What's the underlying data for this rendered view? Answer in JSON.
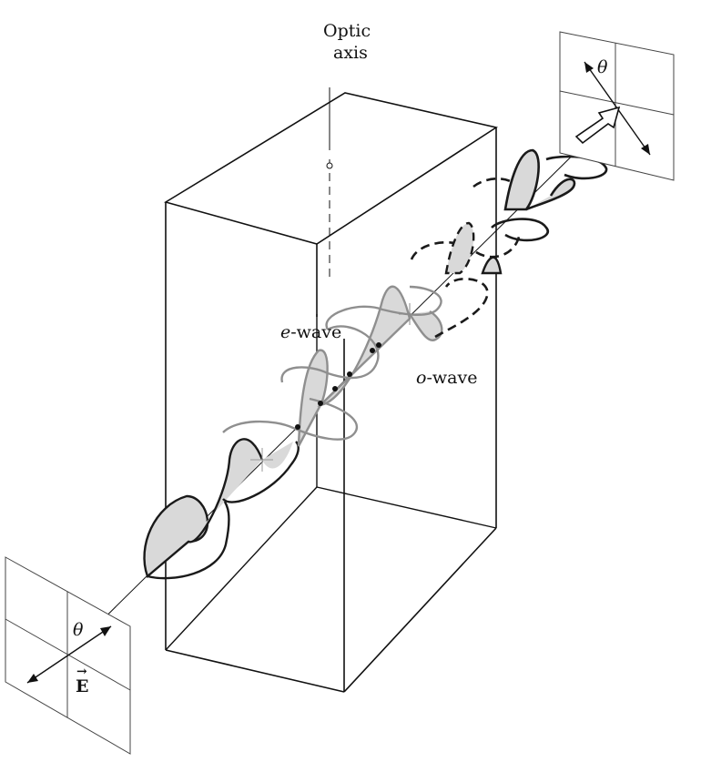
{
  "labels": {
    "optic_axis_line1": "Optic",
    "optic_axis_line2": "axis",
    "e_wave_italic": "e",
    "e_wave_rest": "-wave",
    "o_wave_italic": "o",
    "o_wave_rest": "-wave",
    "theta_input": "θ",
    "theta_output": "θ",
    "e_field": "E",
    "e_field_arrow": "→"
  },
  "colors": {
    "line": "#111111",
    "wave_outside": "#1a1a1a",
    "wave_inside": "#8f8f8f",
    "shade": "#d9d9d9"
  }
}
